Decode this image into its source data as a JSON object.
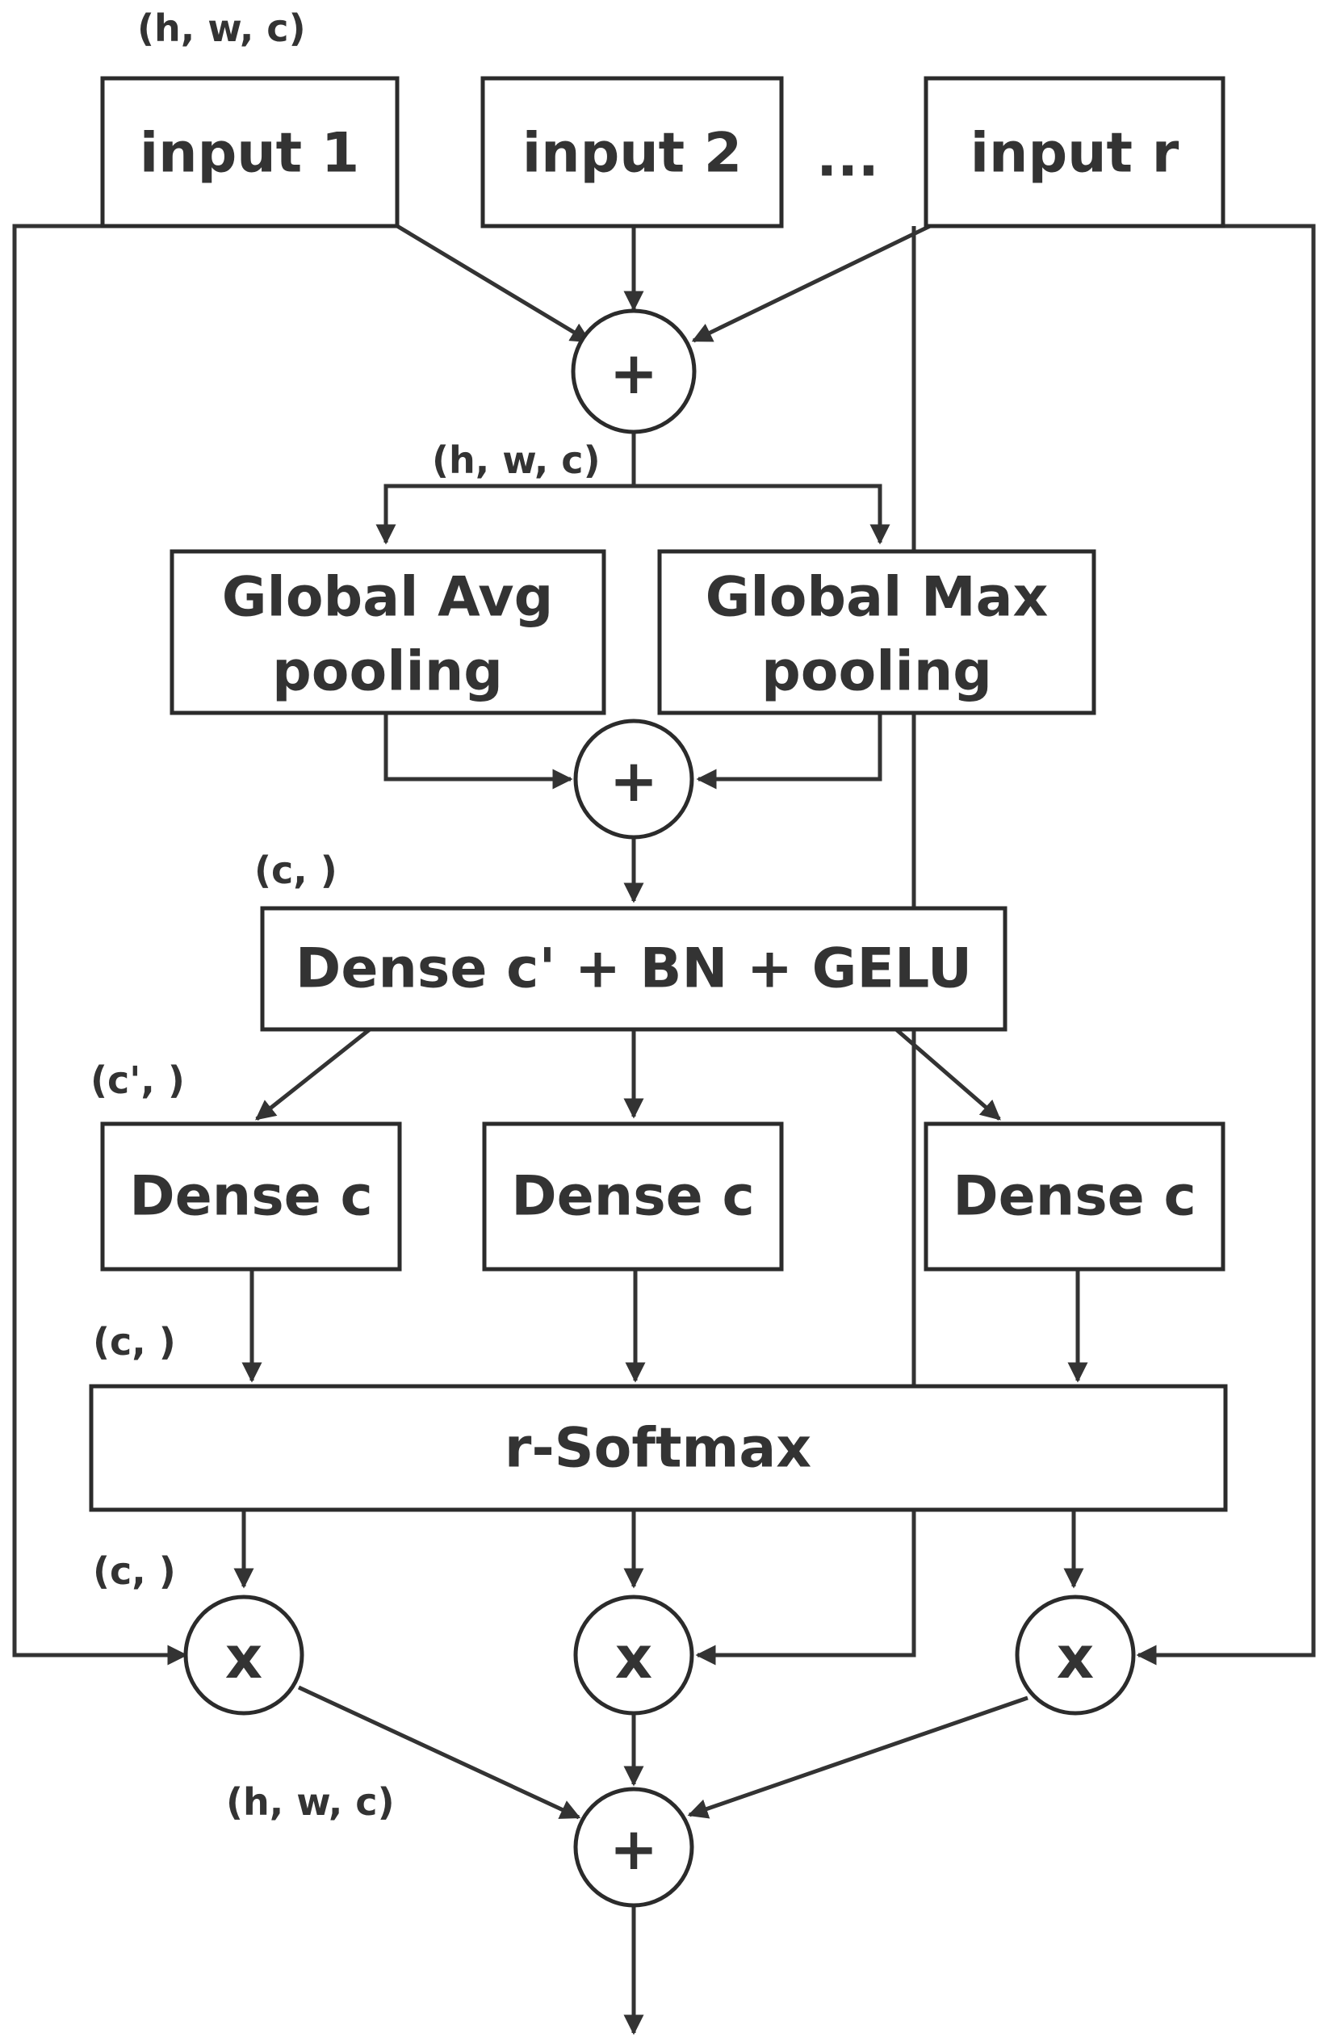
{
  "colors": {
    "line": "#333333",
    "box_border": "#2b2b2b",
    "background": "#ffffff"
  },
  "inputs": {
    "input_1": "input 1",
    "input_2": "input 2",
    "ellipsis": "...",
    "input_r": "input r"
  },
  "pooling": {
    "avg_line1": "Global Avg",
    "avg_line2": "pooling",
    "max_line1": "Global Max",
    "max_line2": "pooling"
  },
  "dense_main": "Dense c' + BN + GELU",
  "dense_branch": "Dense c",
  "softmax": "r-Softmax",
  "ops": {
    "add": "+",
    "multiply": "x"
  },
  "dims": {
    "input_shape": "(h, w, c)",
    "sum_shape": "(h, w, c)",
    "pooled_shape": "(c, )",
    "hidden_shape": "(c', )",
    "branch_shape": "(c, )",
    "weight_shape": "(c, )",
    "output_shape": "(h, w, c)"
  }
}
